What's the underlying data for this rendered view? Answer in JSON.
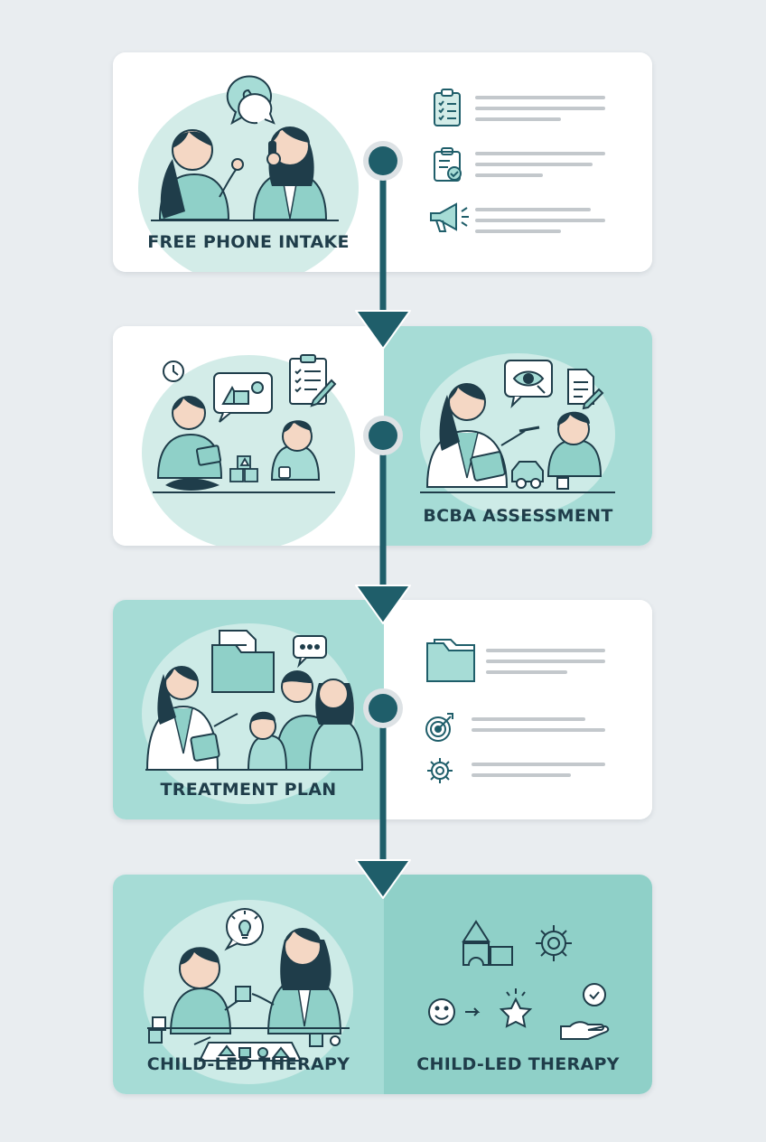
{
  "steps": [
    {
      "label": "FREE PHONE INTAKE"
    },
    {
      "label": "BCBA ASSESSMENT"
    },
    {
      "label": "TREATMENT PLAN"
    },
    {
      "label": "CHILD-LED THERAPY",
      "label_right": "CHILD-LED THERAPY"
    }
  ],
  "icons": {
    "step1": [
      "clipboard-checklist-icon",
      "clipboard-check-icon",
      "megaphone-icon"
    ],
    "step3": [
      "folder-icon",
      "target-icon",
      "gear-icon"
    ],
    "step4": [
      "shapes-icon",
      "gear-icon",
      "smiley-icon",
      "star-icon",
      "helping-hand-check-icon"
    ]
  },
  "colors": {
    "accent": "#1f5e6a",
    "teal_light": "#a6dcd6",
    "teal_mid": "#8fd0c8",
    "card_white": "#ffffff",
    "background": "#e9edf0"
  }
}
